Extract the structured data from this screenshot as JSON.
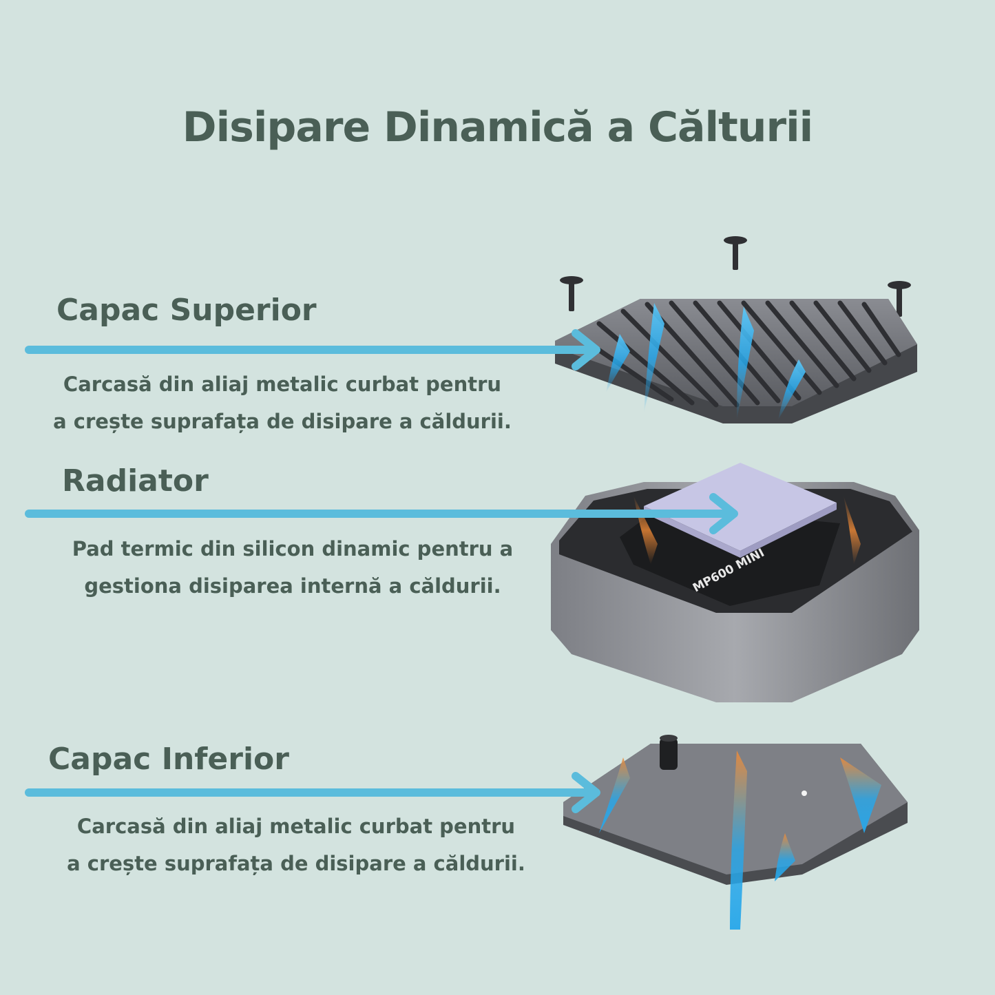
{
  "title": "Disipare Dinamică a Călturii",
  "sections": [
    {
      "heading": "Capac Superior",
      "description": [
        "Carcasă din aliaj metalic curbat pentru",
        "a crește suprafața de disipare a căldurii."
      ]
    },
    {
      "heading": "Radiator",
      "description": [
        "Pad termic din silicon dinamic pentru a",
        "gestiona disiparea internă a căldurii."
      ]
    },
    {
      "heading": "Capac Inferior",
      "description": [
        "Carcasă din aliaj metalic curbat pentru",
        "a crește suprafața de disipare a căldurii."
      ]
    }
  ],
  "device_label": "MP600 MINI",
  "colors": {
    "background": "#d3e3df",
    "text": "#4a5f56",
    "arrow": "#5bbcdc",
    "metal": "#5f6166",
    "heat_blue": "#27a7ea",
    "heat_orange": "#f08a36"
  }
}
